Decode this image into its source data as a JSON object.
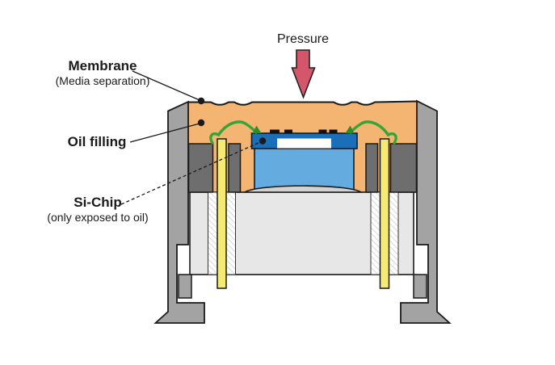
{
  "diagram": {
    "title_hidden": "",
    "pressure_label": "Pressure",
    "membrane_label": "Membrane",
    "membrane_sub": "(Media separation)",
    "oil_label": "Oil filling",
    "sichip_label": "Si-Chip",
    "sichip_sub": "(only exposed to oil)"
  },
  "colors": {
    "oil": "#F4B472",
    "housing": "#A3A3A3",
    "header_block": "#6E6E6E",
    "base": "#E7E7E7",
    "mound": "#D2D2D2",
    "pin": "#F5EA72",
    "wire": "#37A436",
    "wire_end": "#2E8B2A",
    "chip_top": "#1B6FB8",
    "chip_body": "#64ACE0",
    "cavity": "#FFFFFF",
    "pad": "#111111",
    "arrow": "#D5566B",
    "outline": "#1A1A1A",
    "hatch_line": "#C8C8C8"
  }
}
